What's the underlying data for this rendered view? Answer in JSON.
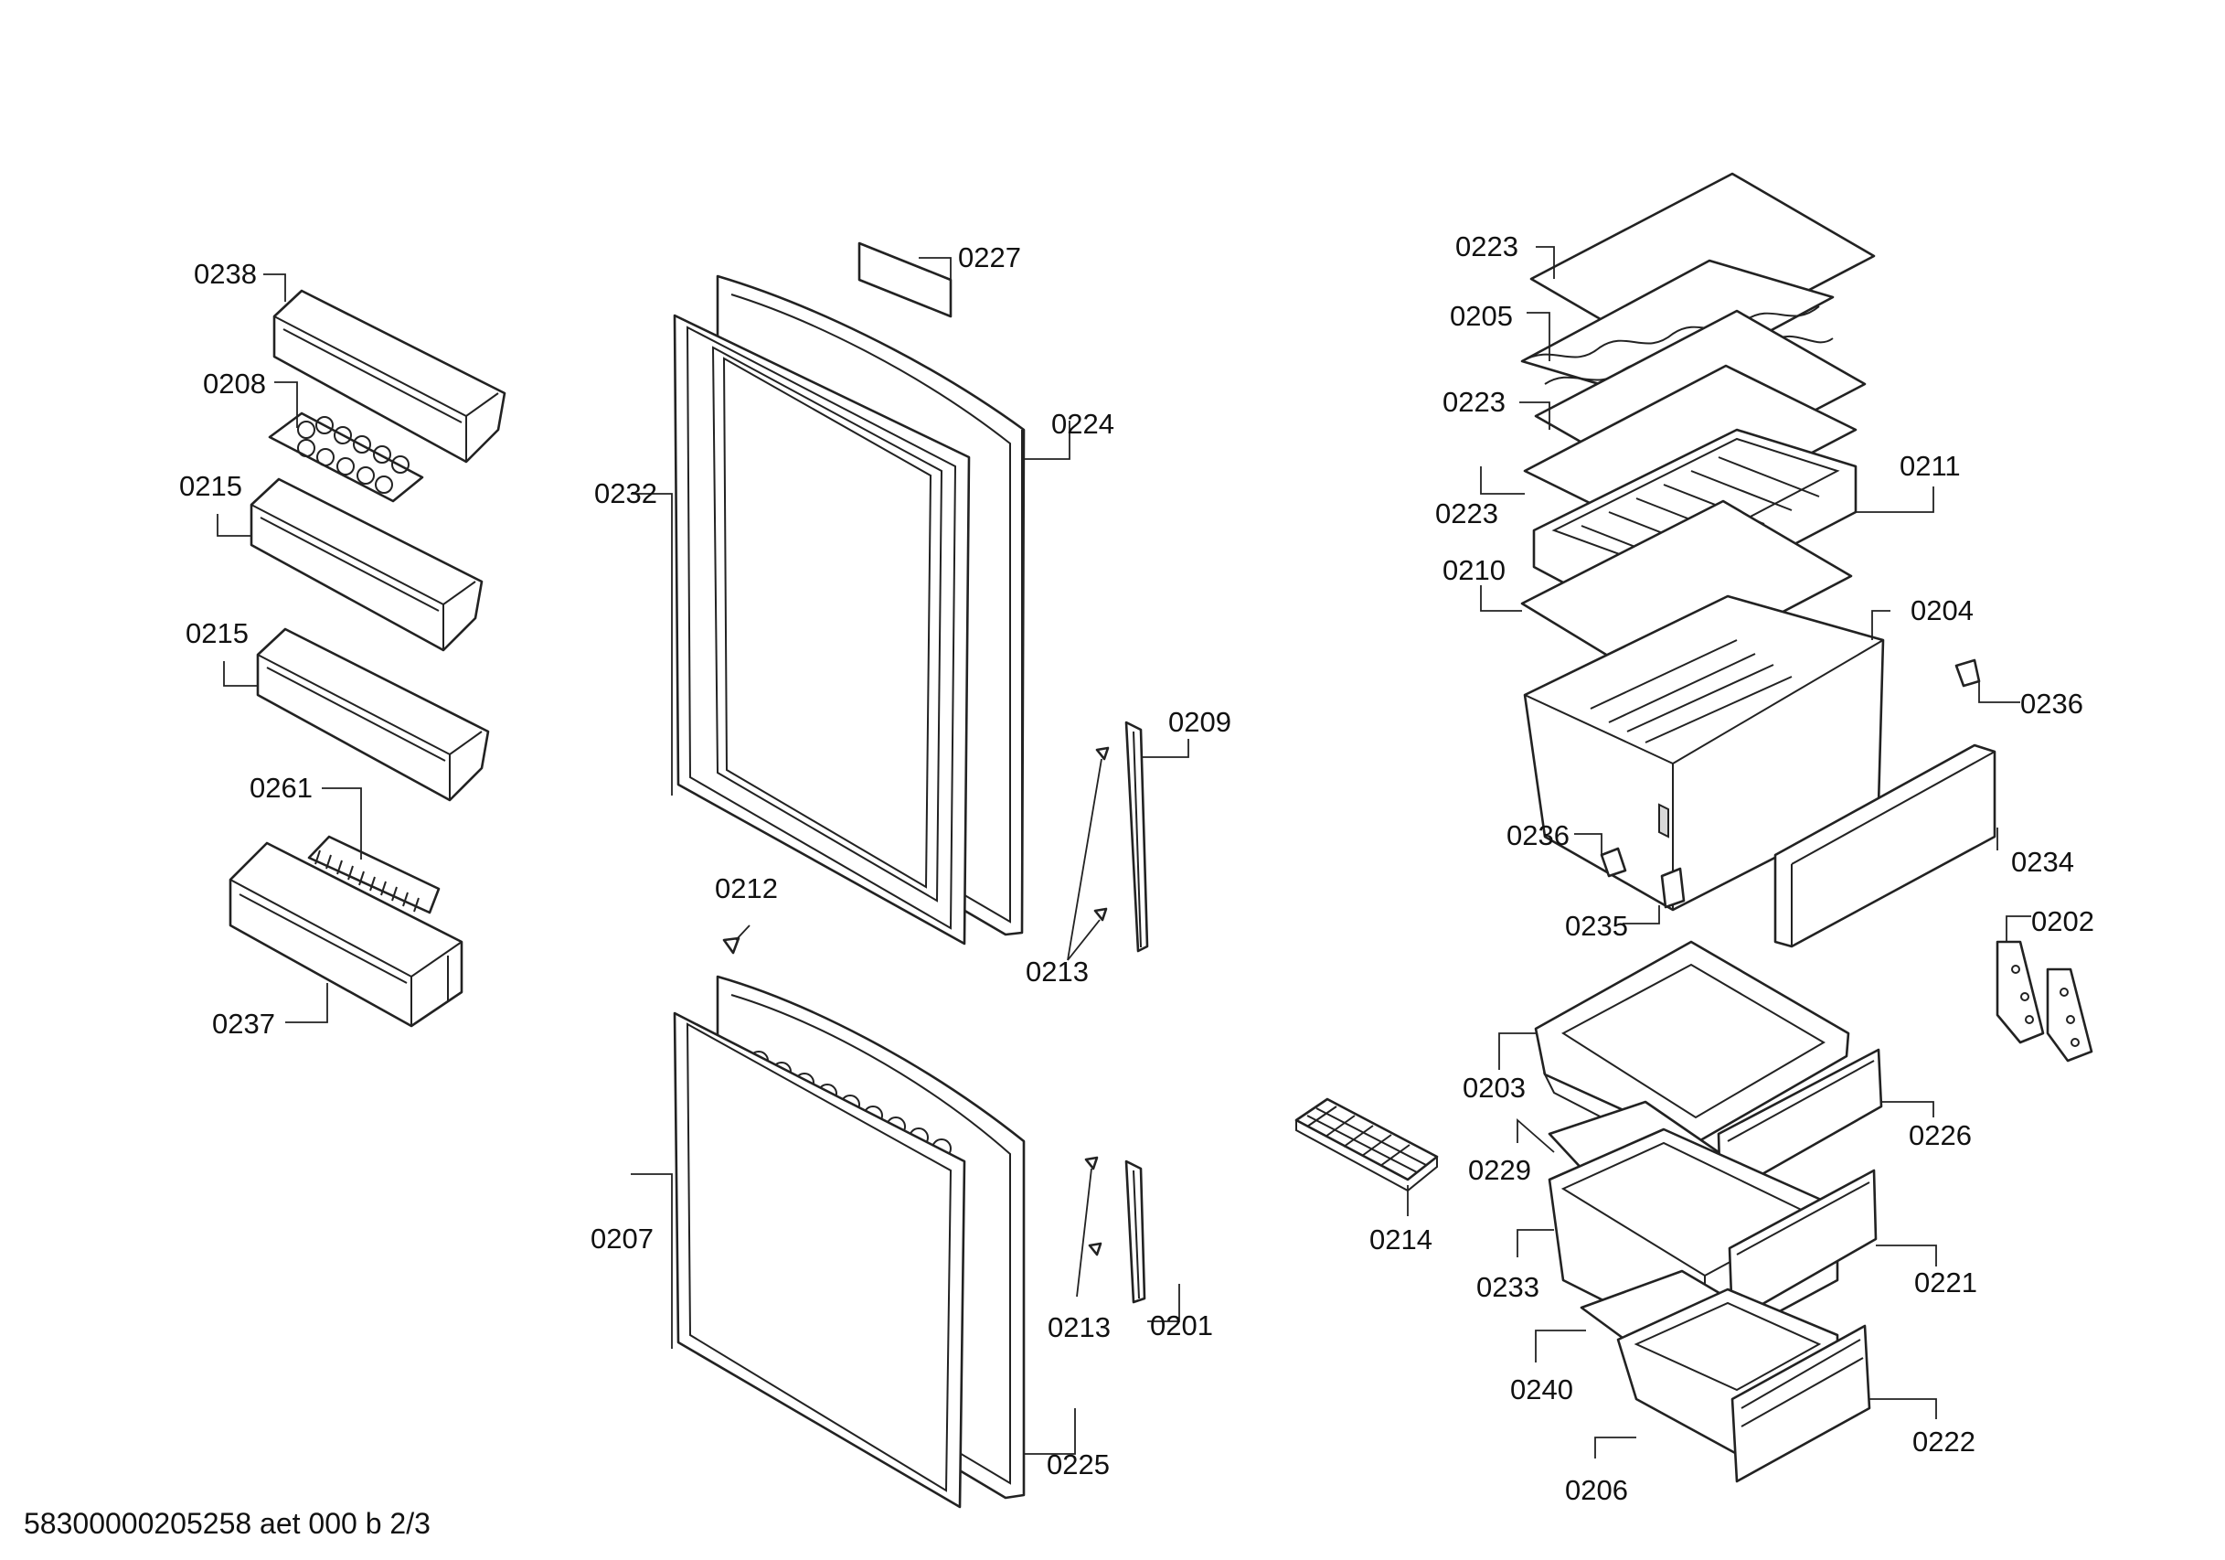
{
  "footer": "58300000205258 aet 000 b 2/3",
  "labels": {
    "p0238": "0238",
    "p0208": "0208",
    "p0215a": "0215",
    "p0215b": "0215",
    "p0261": "0261",
    "p0237": "0237",
    "p0227": "0227",
    "p0232": "0232",
    "p0224": "0224",
    "p0209": "0209",
    "p0212": "0212",
    "p0213a": "0213",
    "p0207": "0207",
    "p0213b": "0213",
    "p0201": "0201",
    "p0225": "0225",
    "p0214": "0214",
    "p0223a": "0223",
    "p0205": "0205",
    "p0223b": "0223",
    "p0211": "0211",
    "p0223c": "0223",
    "p0210": "0210",
    "p0204": "0204",
    "p0236a": "0236",
    "p0236b": "0236",
    "p0234": "0234",
    "p0235": "0235",
    "p0202": "0202",
    "p0203": "0203",
    "p0226": "0226",
    "p0229": "0229",
    "p0233": "0233",
    "p0221": "0221",
    "p0240": "0240",
    "p0222": "0222",
    "p0206": "0206"
  }
}
